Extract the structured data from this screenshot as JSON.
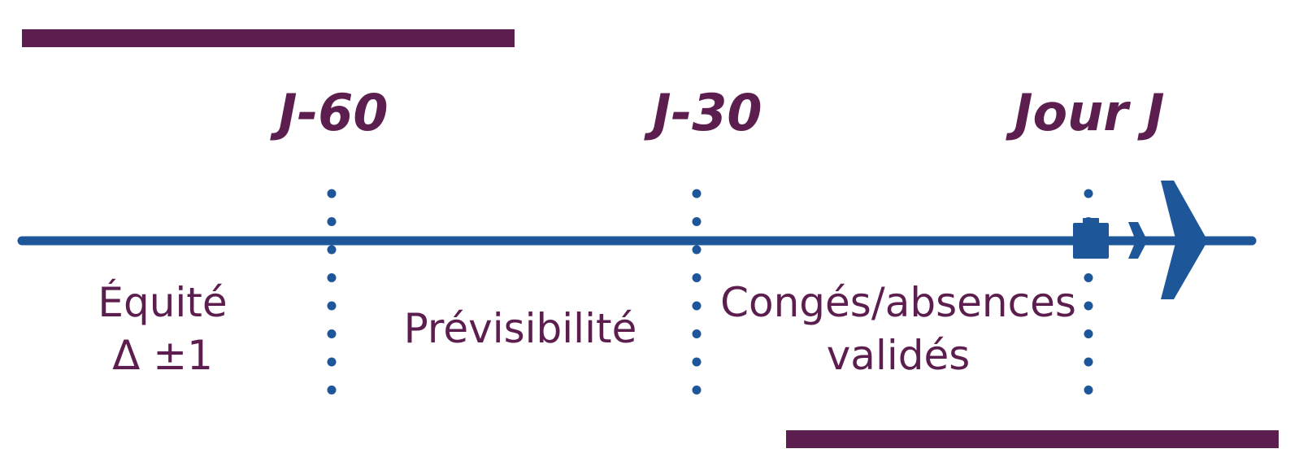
{
  "colors": {
    "timeline_blue": "#1e5799",
    "text_plum": "#5c1e4e",
    "bar_plum": "#5c1e4e"
  },
  "milestones": [
    {
      "label": "J-60"
    },
    {
      "label": "J-30"
    },
    {
      "label": "Jour J"
    }
  ],
  "phases": {
    "equite": {
      "line1": "Équité",
      "line2": "Δ ±1"
    },
    "previsibilite": {
      "line1": "Prévisibilité"
    },
    "conges": {
      "line1": "Congés/absences",
      "line2": "validés"
    }
  },
  "icons": {
    "end_marker": "suitcase-icon",
    "destination": "airplane-icon"
  }
}
